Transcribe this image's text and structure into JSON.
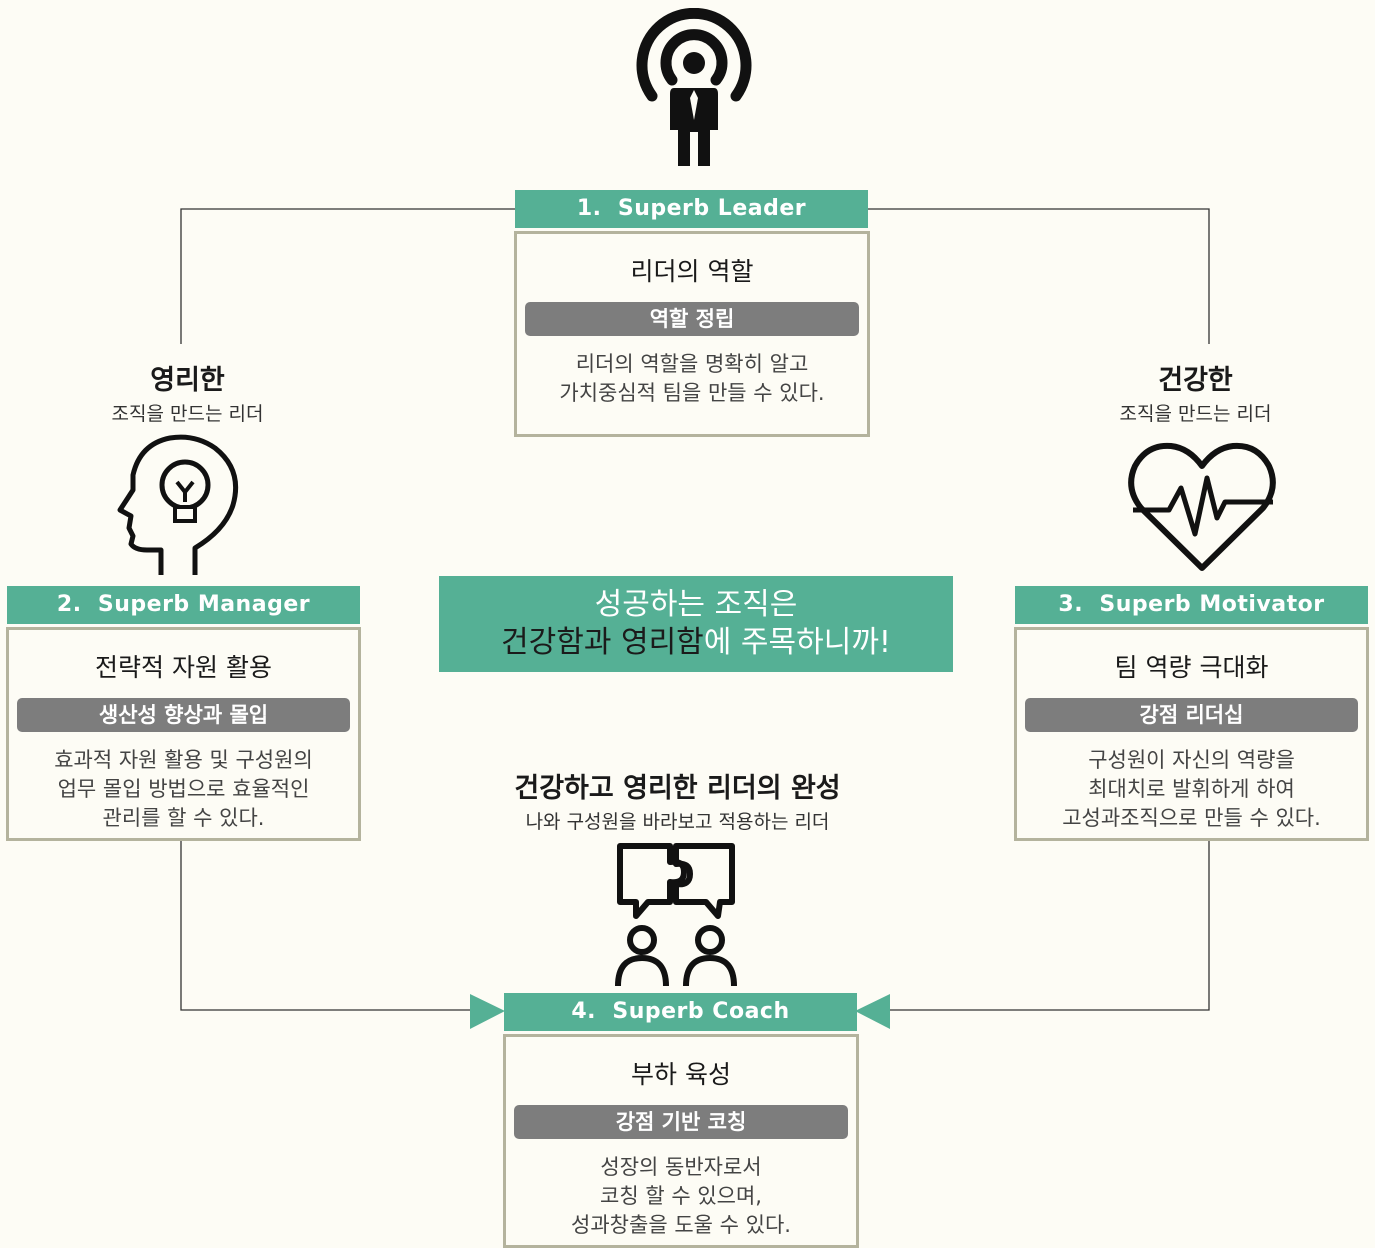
{
  "center": {
    "line1": "성공하는 조직은",
    "line2_dark": "건강함과 영리함",
    "line2_rest": "에 주목하니까!"
  },
  "tags": {
    "left": {
      "big": "영리한",
      "small": "조직을 만드는 리더"
    },
    "right": {
      "big": "건강한",
      "small": "조직을 만드는 리더"
    },
    "bottom": {
      "big": "건강하고 영리한 리더의 완성",
      "small": "나와 구성원을 바라보고 적용하는 리더"
    }
  },
  "cards": {
    "leader": {
      "number": "1.",
      "title": "Superb Leader",
      "role": "리더의 역할",
      "pill": "역할 정립",
      "desc": "리더의 역할을 명확히 알고\n가치중심적 팀을 만들 수 있다."
    },
    "manager": {
      "number": "2.",
      "title": "Superb Manager",
      "role": "전략적 자원 활용",
      "pill": "생산성 향상과 몰입",
      "desc": "효과적 자원 활용 및 구성원의\n업무 몰입 방법으로 효율적인\n관리를 할 수 있다."
    },
    "motivator": {
      "number": "3.",
      "title": "Superb Motivator",
      "role": "팀 역량 극대화",
      "pill": "강점 리더십",
      "desc": "구성원이 자신의 역량을\n최대치로 발휘하게 하여\n고성과조직으로 만들 수 있다."
    },
    "coach": {
      "number": "4.",
      "title": "Superb Coach",
      "role": "부하 육성",
      "pill": "강점 기반 코칭",
      "desc": "성장의 동반자로서\n코칭 할 수 있으며,\n성과창출을 도울 수 있다."
    }
  },
  "icons": {
    "leader": "broadcasting-person-icon",
    "manager": "head-lightbulb-icon",
    "motivator": "heart-pulse-icon",
    "coach": "people-puzzle-chat-icon"
  },
  "colors": {
    "accent": "#55b095",
    "pill": "#7d7d7d",
    "border": "#b4b39d",
    "background": "#fdfcf5"
  }
}
